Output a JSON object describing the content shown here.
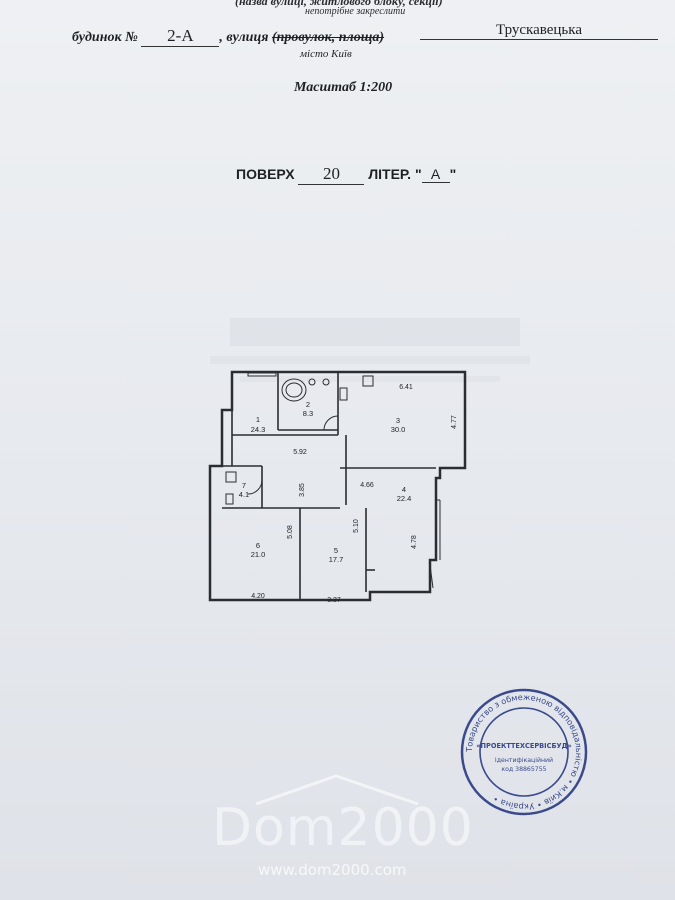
{
  "header": {
    "top_line": "(назва вулиці, житлового блоку, секції)",
    "sub_note": "непотрібне закреслити",
    "house_label": "будинок №",
    "house_number": "2-А",
    "street_label": ", вулиця",
    "street_struck": "(провулок, площа)",
    "street_name": "Трускавецька",
    "city": "місто Київ"
  },
  "scale_label": "Масштаб 1:200",
  "floor": {
    "floor_label": "ПОВЕРХ",
    "floor_number": "20",
    "letter_label": "ЛІТЕР.",
    "letter_value": "А",
    "quote_open": "\"",
    "quote_close": "\""
  },
  "plan": {
    "rooms": [
      {
        "number": "1",
        "area": "24.3"
      },
      {
        "number": "2",
        "area": "8.3"
      },
      {
        "number": "3",
        "area": "30.0"
      },
      {
        "number": "4",
        "area": "22.4"
      },
      {
        "number": "5",
        "area": "17.7"
      },
      {
        "number": "6",
        "area": "21.0"
      },
      {
        "number": "7",
        "area": "4.1"
      }
    ],
    "dimensions": [
      "6.41",
      "4.77",
      "5.92",
      "3.85",
      "4.66",
      "4.78",
      "5.08",
      "5.10",
      "4.20",
      "3.37"
    ]
  },
  "stamp": {
    "ring_text": "Товариство з обмеженою відповідальністю • м.Київ • Україна •",
    "company": "«ПРОЕКТТЕХСЕРВІСБУД»",
    "id_label": "Ідентифікаційний",
    "id_code": "код 38865755"
  },
  "watermark": {
    "brand": "Dom2000",
    "url": "www.dom2000.com"
  },
  "colors": {
    "ink": "#1e2024",
    "paper": "#e6e9ee",
    "stamp_blue": "#3a4a8c"
  }
}
